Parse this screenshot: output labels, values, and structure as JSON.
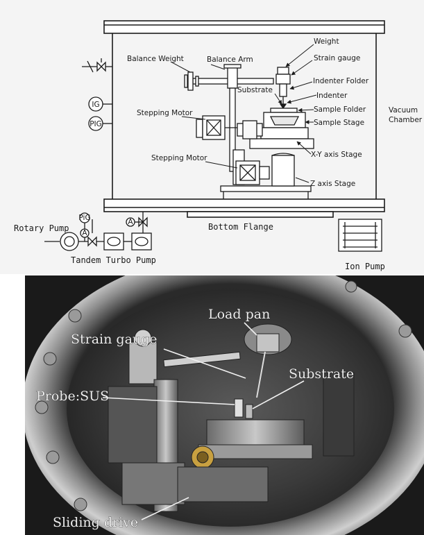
{
  "diagram": {
    "labels": {
      "weight": "Weight",
      "strain_gauge": "Strain gauge",
      "indenter_folder": "Indenter Folder",
      "indenter": "Indenter",
      "substrate": "Substrate",
      "sample_folder": "Sample Folder",
      "sample_stage": "Sample Stage",
      "balance_weight": "Balance Weight",
      "balance_arm": "Balance Arm",
      "stepping_motor_1": "Stepping Motor",
      "stepping_motor_2": "Stepping Motor",
      "xy_stage": "X-Y axis Stage",
      "z_stage": "Z axis Stage",
      "vacuum_chamber": "Vacuum\nChamber",
      "bottom_flange": "Bottom Flange",
      "rotary_pump": "Rotary Pump",
      "tandem_turbo_pump": "Tandem Turbo Pump",
      "ion_pump": "Ion Pump",
      "ig": "IG",
      "pig": "PIG",
      "pig_small": "PiG",
      "gauge_a": "A"
    }
  },
  "photo": {
    "labels": {
      "load_pan": "Load pan",
      "strain_gauge": "Strain gauge",
      "substrate": "Substrate",
      "probe": "Probe:SUS",
      "sliding_drive": "Sliding drive"
    }
  }
}
